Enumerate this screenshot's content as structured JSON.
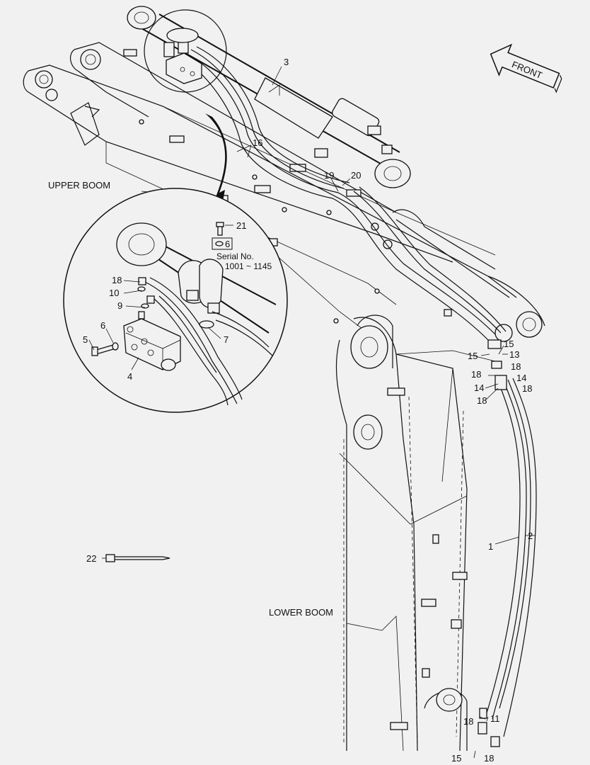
{
  "front_label": "FRONT",
  "section_labels": {
    "upper_boom": "UPPER BOOM",
    "lower_boom": "LOWER BOOM"
  },
  "serial": {
    "line1": "Serial No.",
    "line2": "1001 ~ 1145"
  },
  "callouts": {
    "c1": "1",
    "c2": "2",
    "c3": "3",
    "c4": "4",
    "c5": "5",
    "c6a": "6",
    "c6b": "6",
    "c7": "7",
    "c9": "9",
    "c10": "10",
    "c11": "11",
    "c13": "13",
    "c14a": "14",
    "c14b": "14",
    "c15a": "15",
    "c15b": "15",
    "c15c": "15",
    "c16": "16",
    "c18a": "18",
    "c18b": "18",
    "c18c": "18",
    "c18d": "18",
    "c18e": "18",
    "c18f": "18",
    "c18g": "18",
    "c19": "19",
    "c20": "20",
    "c21": "21",
    "c22": "22"
  }
}
